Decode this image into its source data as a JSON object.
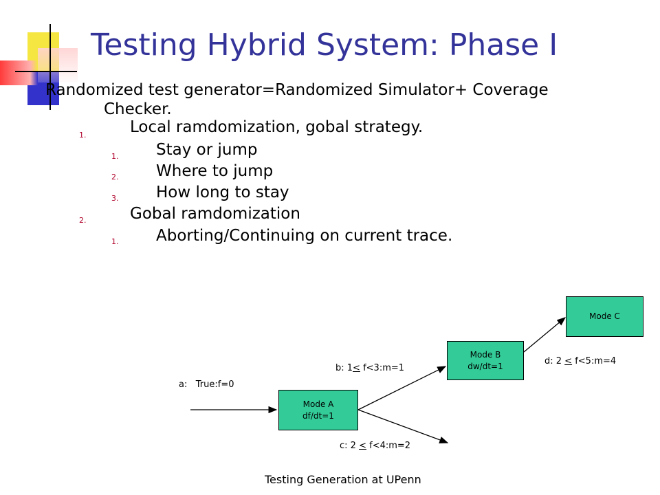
{
  "slide": {
    "title": "Testing Hybrid System: Phase I",
    "lead_line1": "Randomized test generator=Randomized Simulator+ Coverage",
    "lead_line2": "Checker.",
    "items": [
      {
        "num": "1.",
        "text": "Local ramdomization, gobal strategy.",
        "sub": [
          {
            "num": "1.",
            "text": "Stay or jump"
          },
          {
            "num": "2.",
            "text": "Where to jump"
          },
          {
            "num": "3.",
            "text": "How long to stay"
          }
        ]
      },
      {
        "num": "2.",
        "text": "Gobal ramdomization",
        "sub": [
          {
            "num": "1.",
            "text": "Aborting/Continuing on current trace."
          }
        ]
      }
    ],
    "footer": "Testing Generation at UPenn"
  },
  "diagram": {
    "mode_a": {
      "line1": "Mode A",
      "line2": "df/dt=1"
    },
    "mode_b": {
      "line1": "Mode B",
      "line2": "dw/dt=1"
    },
    "mode_c": {
      "line1": "Mode C"
    },
    "edge_a": {
      "prefix": "a:",
      "guard": "True:f=0"
    },
    "edge_b": {
      "pre": "b: 1",
      "op": "<",
      "post": " f<3:m=1"
    },
    "edge_c": {
      "pre": "c:  2 ",
      "op": "<",
      "post": " f<4:m=2"
    },
    "edge_d": {
      "pre": "d:  2 ",
      "op": "<",
      "post": " f<5:m=4"
    },
    "box_color": "#33cc99"
  },
  "colors": {
    "title": "#33339a",
    "number": "#b0002a"
  }
}
